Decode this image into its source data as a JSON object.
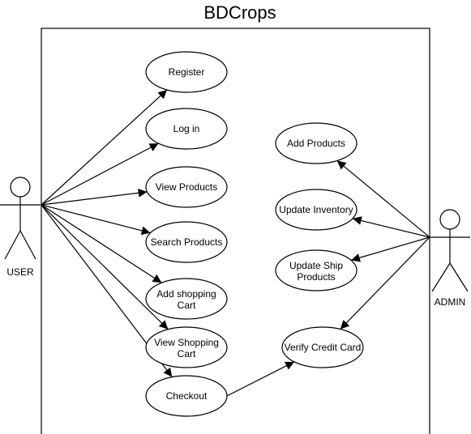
{
  "diagram": {
    "title": "BDCrops",
    "actors": {
      "user": "USER",
      "admin": "ADMIN"
    },
    "use_cases": {
      "register": [
        "Register"
      ],
      "login": [
        "Log in"
      ],
      "view_products": [
        "View Products"
      ],
      "search_products": [
        "Search Products"
      ],
      "add_cart": [
        "Add shopping",
        "Cart"
      ],
      "view_cart": [
        "View Shopping",
        "Cart"
      ],
      "checkout": [
        "Checkout"
      ],
      "add_products": [
        "Add Products"
      ],
      "update_inventory": [
        "Update Inventory"
      ],
      "update_ship": [
        "Update Ship",
        "Products"
      ],
      "verify_card": [
        "Verify Credit Card"
      ]
    },
    "associations": [
      {
        "from": "user",
        "to": "register"
      },
      {
        "from": "user",
        "to": "login"
      },
      {
        "from": "user",
        "to": "view_products"
      },
      {
        "from": "user",
        "to": "search_products"
      },
      {
        "from": "user",
        "to": "add_cart"
      },
      {
        "from": "user",
        "to": "view_cart"
      },
      {
        "from": "user",
        "to": "checkout"
      },
      {
        "from": "admin",
        "to": "add_products"
      },
      {
        "from": "admin",
        "to": "update_inventory"
      },
      {
        "from": "admin",
        "to": "update_ship"
      },
      {
        "from": "admin",
        "to": "verify_card"
      },
      {
        "from": "checkout",
        "to": "verify_card"
      }
    ]
  }
}
